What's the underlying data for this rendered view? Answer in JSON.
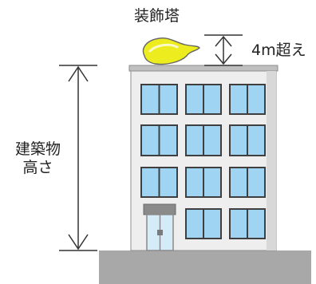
{
  "labels": {
    "ornament_tower": "装飾塔",
    "excess_height": "4m超え",
    "building_height_line1": "建築物",
    "building_height_line2": "高さ"
  },
  "colors": {
    "ground": "#a8a8a8",
    "building_face": "#eeeeee",
    "building_outline": "#8e8e8e",
    "window_glass": "#9fd4f3",
    "window_frame": "#3f3f3f",
    "ornament_fill": "#ecec1e",
    "dimension_line": "#333333"
  }
}
